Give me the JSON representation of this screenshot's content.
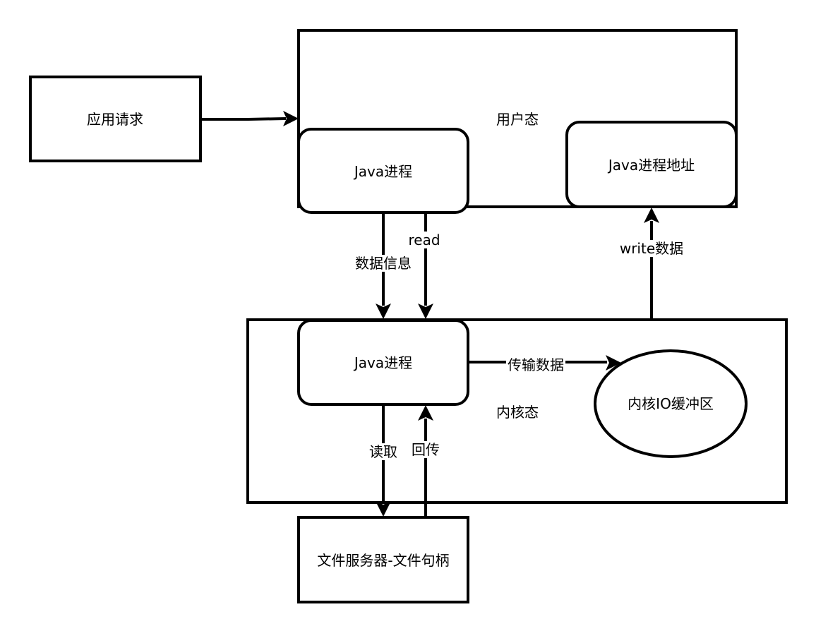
{
  "diagram": {
    "nodes": {
      "app_request": {
        "label": "应用请求"
      },
      "user_mode": {
        "label": "用户态"
      },
      "java_process_user": {
        "label": "Java进程"
      },
      "java_process_address": {
        "label": "Java进程地址"
      },
      "kernel_mode": {
        "label": "内核态"
      },
      "java_process_kernel": {
        "label": "Java进程"
      },
      "kernel_io_buffer": {
        "label": "内核IO缓冲区"
      },
      "file_server": {
        "label": "文件服务器-文件句柄"
      }
    },
    "edges": {
      "request_to_user": {
        "from": "应用请求",
        "to": "用户态",
        "label": ""
      },
      "data_info": {
        "from": "Java进程",
        "to": "Java进程",
        "label": "数据信息"
      },
      "read": {
        "from": "Java进程",
        "to": "Java进程",
        "label": "read"
      },
      "transfer": {
        "from": "Java进程",
        "to": "内核IO缓冲区",
        "label": "传输数据"
      },
      "write": {
        "from": "内核态",
        "to": "Java进程地址",
        "label": "write数据"
      },
      "fetch": {
        "from": "Java进程",
        "to": "文件服务器-文件句柄",
        "label": "读取"
      },
      "return": {
        "from": "文件服务器-文件句柄",
        "to": "Java进程",
        "label": "回传"
      }
    },
    "colors": {
      "stroke": "#000000",
      "fill": "#ffffff",
      "text": "#000000"
    }
  }
}
